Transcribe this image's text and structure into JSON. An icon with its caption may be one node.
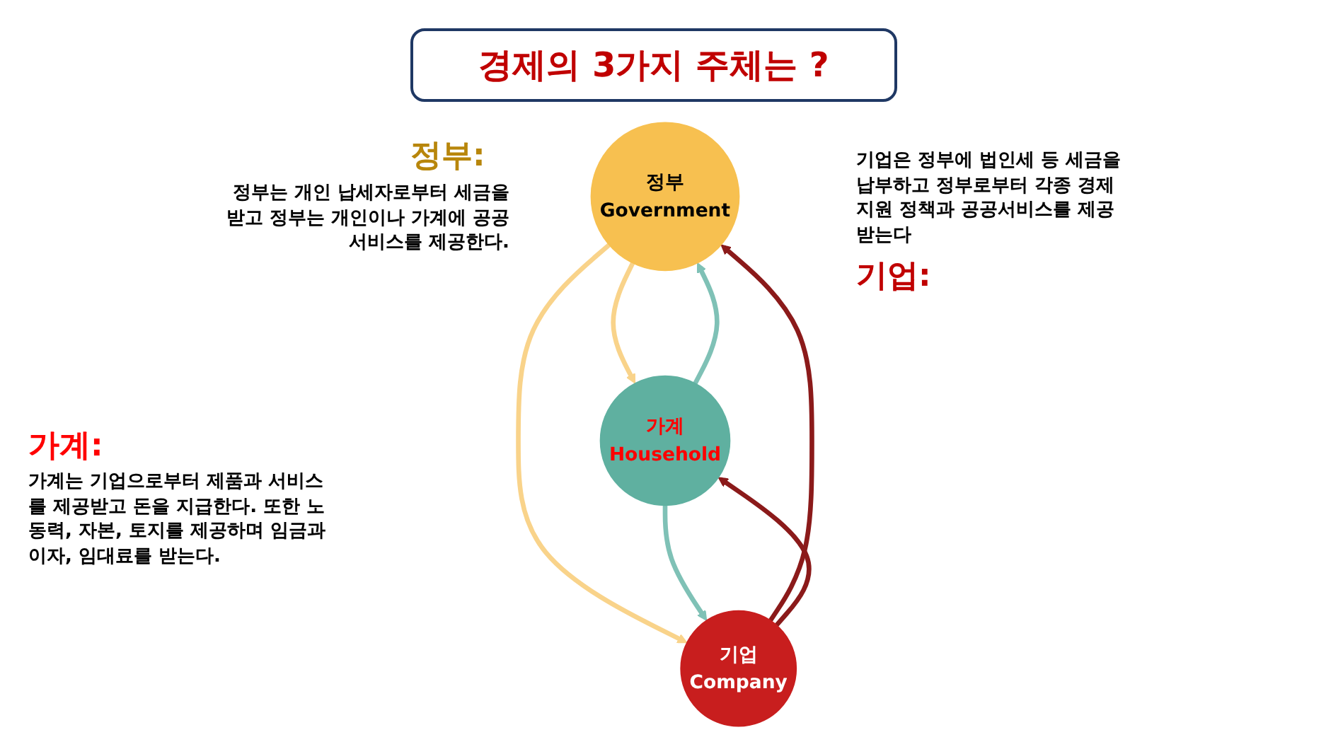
{
  "diagram": {
    "title": "경제의 3가지 주체는 ?",
    "nodes": [
      {
        "text": [
          "정부",
          "Government"
        ]
      },
      {
        "text": [
          "가계",
          "Household"
        ]
      },
      {
        "text": [
          "기업",
          "Company"
        ]
      }
    ],
    "edges": [
      {
        "from": 1,
        "to": 0,
        "arrow": "to",
        "color": "#7fc1b6"
      },
      {
        "from": 0,
        "to": 1,
        "arrow": "to",
        "color": "#f9d38a"
      },
      {
        "from": 0,
        "to": 2,
        "arrow": "to",
        "color": "#f9d38a"
      },
      {
        "from": 2,
        "to": 0,
        "arrow": "to",
        "color": "#8b1a1a"
      },
      {
        "from": 1,
        "to": 2,
        "arrow": "to",
        "color": "#7fc1b6"
      },
      {
        "from": 2,
        "to": 1,
        "arrow": "to",
        "color": "#8b1a1a"
      }
    ],
    "labels": [
      "정부:",
      "정부는 개인 납세자로부터 세금을 받고 정부는 개인이나 가계에 공공서비스를 제공한다.",
      "기업은 정부에 법인세 등 세금을 납부하고 정부로부터 각종 경제 지원 정책과 공공서비스를 제공 받는다",
      "기업:",
      "가계:",
      "가계는 기업으로부터 제품과 서비스를 제공받고 돈을 지급한다. 또한 노동력, 자본, 토지를 제공하며 임금과 이자, 임대료를 받는다."
    ]
  }
}
